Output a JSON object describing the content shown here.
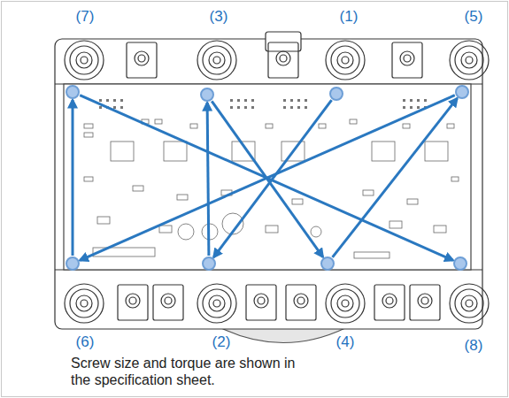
{
  "diagram": {
    "caption": "Screw size and torque are shown in the specification sheet.",
    "nodes": [
      {
        "text": [
          "(7)"
        ]
      },
      {
        "text": [
          "(3)"
        ]
      },
      {
        "text": [
          "(1)"
        ]
      },
      {
        "text": [
          "(5)"
        ]
      },
      {
        "text": [
          "(6)"
        ]
      },
      {
        "text": [
          "(2)"
        ]
      },
      {
        "text": [
          "(4)"
        ]
      },
      {
        "text": [
          "(8)"
        ]
      }
    ],
    "edges": [
      {
        "from": 2,
        "to": 5,
        "arrow": "to"
      },
      {
        "from": 5,
        "to": 1,
        "arrow": "to"
      },
      {
        "from": 1,
        "to": 6,
        "arrow": "to"
      },
      {
        "from": 6,
        "to": 3,
        "arrow": "to"
      },
      {
        "from": 3,
        "to": 4,
        "arrow": "to"
      },
      {
        "from": 4,
        "to": 0,
        "arrow": "to"
      },
      {
        "from": 0,
        "to": 7,
        "arrow": "to"
      }
    ]
  }
}
